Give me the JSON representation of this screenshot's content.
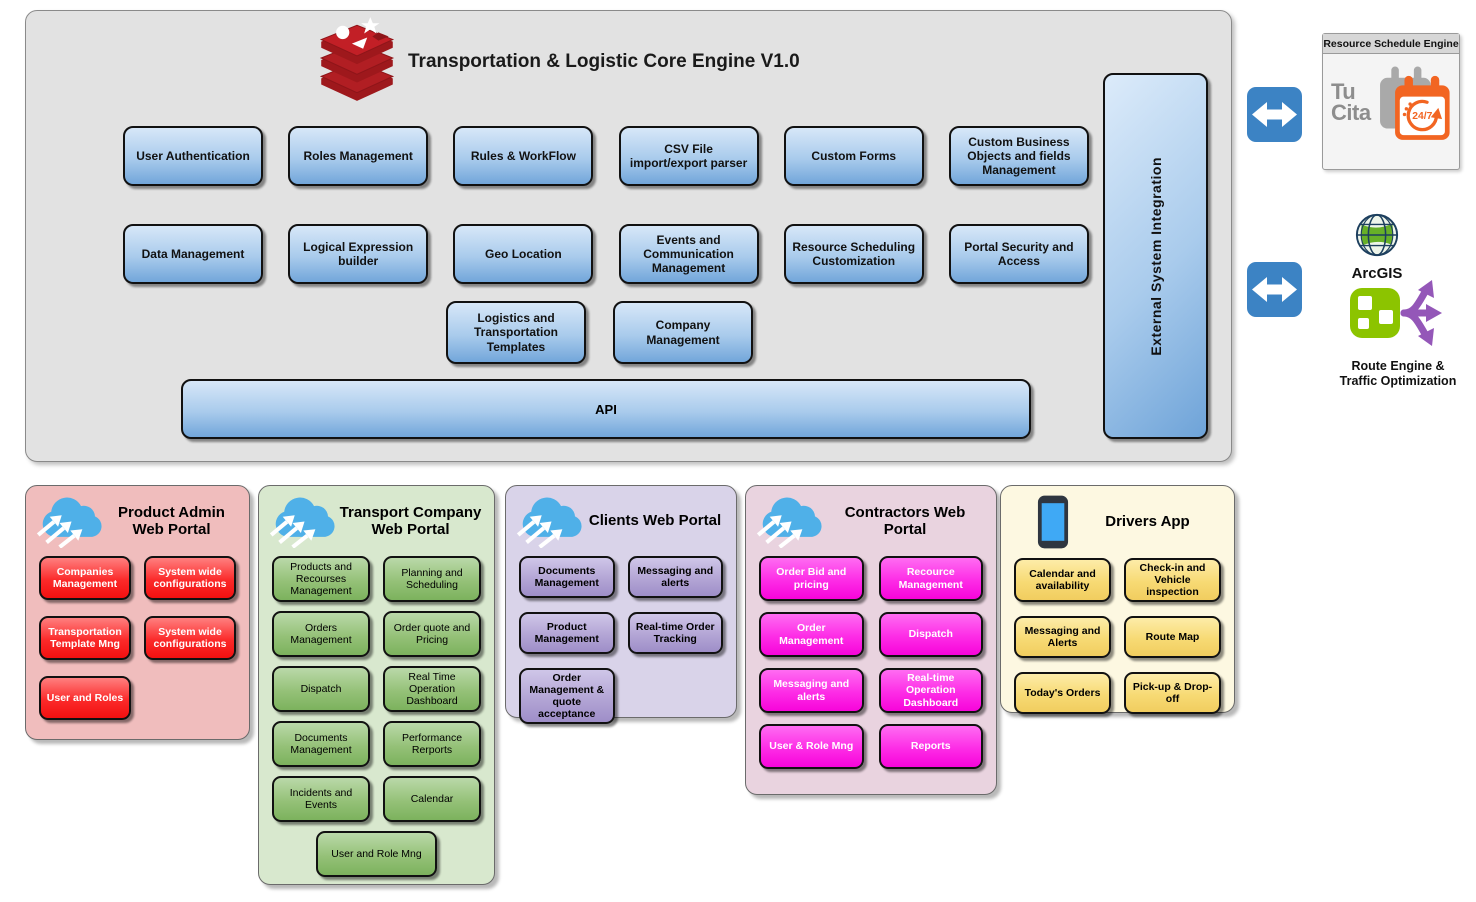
{
  "engine": {
    "title": "Transportation & Logistic Core Engine V1.0",
    "modules_row1": [
      "User Authentication",
      "Roles Management",
      "Rules & WorkFlow",
      "CSV File import/export parser",
      "Custom Forms",
      "Custom Business Objects and fields Management"
    ],
    "modules_row2": [
      "Data Management",
      "Logical Expression builder",
      "Geo Location",
      "Events and Communication Management",
      "Resource Scheduling Customization",
      "Portal Security and Access"
    ],
    "modules_row3": [
      "Logistics and Transportation Templates",
      "Company Management"
    ],
    "api_label": "API",
    "integration_label": "External System Integration"
  },
  "external": {
    "resource_schedule_title": "Resource Schedule Engine",
    "tucita_line1": "Tu",
    "tucita_line2": "Cita",
    "tucita_badge": "24/7",
    "arcgis_label": "ArcGIS",
    "route_label_line1": "Route Engine &",
    "route_label_line2": "Traffic Optimization"
  },
  "portals": [
    {
      "title_line1": "Product Admin",
      "title_line2": "Web Portal",
      "buttons": [
        "Companies Management",
        "System wide configurations",
        "Transportation Template Mng",
        "System wide configurations",
        "User and Roles"
      ]
    },
    {
      "title_line1": "Transport Company",
      "title_line2": "Web Portal",
      "buttons": [
        "Products and Recourses Management",
        "Planning and Scheduling",
        "Orders Management",
        "Order quote and Pricing",
        "Dispatch",
        "Real Time Operation Dashboard",
        "Documents Management",
        "Performance Rerports",
        "Incidents and Events",
        "Calendar",
        "User and Role Mng"
      ]
    },
    {
      "title_line1": "Clients Web Portal",
      "title_line2": "",
      "buttons": [
        "Documents Management",
        "Messaging and alerts",
        "Product Management",
        "Real-time Order Tracking",
        "Order Management & quote acceptance"
      ]
    },
    {
      "title_line1": "Contractors Web Portal",
      "title_line2": "",
      "buttons": [
        "Order Bid and pricing",
        "Recource Management",
        "Order Management",
        "Dispatch",
        "Messaging and alerts",
        "Real-time Operation Dashboard",
        "User & Role Mng",
        "Reports"
      ]
    },
    {
      "title_line1": "Drivers App",
      "title_line2": "",
      "buttons": [
        "Calendar and availability",
        "Check-in and Vehicle inspection",
        "Messaging and Alerts",
        "Route Map",
        "Today's Orders",
        "Pick-up & Drop-off"
      ]
    }
  ],
  "colors": {
    "engine_background": "#e2e2e2",
    "module_blue_top": "#d7e7f8",
    "module_blue_bottom": "#72a6da",
    "sync_arrow_blue": "#3c83c4",
    "portal_red_panel": "#f0bdbd",
    "portal_red_button": "#f21010",
    "portal_green_panel": "#d8e8ce",
    "portal_green_button": "#7cb25d",
    "portal_purple_panel": "#d9d3e9",
    "portal_purple_button": "#9e8ec8",
    "portal_magenta_panel": "#e9d3df",
    "portal_magenta_button": "#f704da",
    "portal_yellow_panel": "#fdf8e1",
    "portal_yellow_button": "#f1cd5f",
    "tucita_orange": "#f26522",
    "route_green": "#8cc400",
    "route_purple": "#9457b8",
    "redis_red": "#b11e23",
    "cloud_blue": "#4fb0e8"
  }
}
